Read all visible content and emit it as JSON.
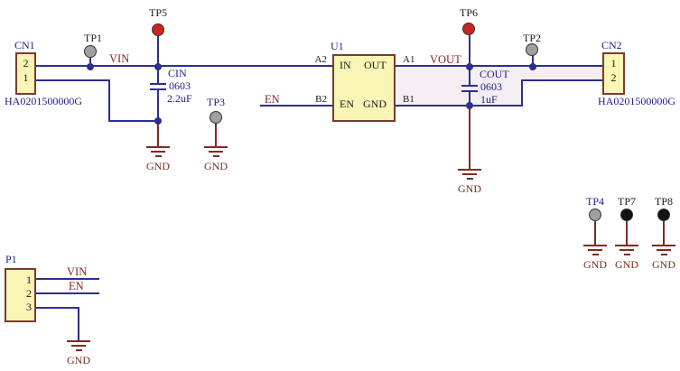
{
  "colors": {
    "wire": "#2e2e8f",
    "ground": "#7b2d21",
    "net_label": "#8b2222",
    "designator": "#1b1b8a",
    "pin_text": "#1a1a1a",
    "part_fill": "#f8f5b5",
    "part_border": "#7a3b2e",
    "tp_gray": "#a0a0a0",
    "tp_red": "#cc2420",
    "tp_black": "#111111",
    "highlight": "#f4eef2"
  },
  "parts": {
    "cn1": {
      "ref": "CN1",
      "part": "HA0201500000G",
      "pin_top": "2",
      "pin_bottom": "1"
    },
    "cn2": {
      "ref": "CN2",
      "part": "HA0201500000G",
      "pin_top": "1",
      "pin_bottom": "2"
    },
    "u1": {
      "ref": "U1",
      "pin_in": "IN",
      "pin_out": "OUT",
      "pin_en": "EN",
      "pin_gnd": "GND",
      "num_a2": "A2",
      "num_a1": "A1",
      "num_b2": "B2",
      "num_b1": "B1"
    },
    "p1": {
      "ref": "P1",
      "pin1": "1",
      "pin2": "2",
      "pin3": "3"
    },
    "cin": {
      "ref": "CIN",
      "footprint": "0603",
      "value": "2.2uF"
    },
    "cout": {
      "ref": "COUT",
      "footprint": "0603",
      "value": "1uF"
    }
  },
  "testpoints": {
    "tp1": {
      "label": "TP1",
      "style": "gray"
    },
    "tp2": {
      "label": "TP2",
      "style": "gray"
    },
    "tp3": {
      "label": "TP3",
      "style": "gray"
    },
    "tp4": {
      "label": "TP4",
      "style": "gray"
    },
    "tp5": {
      "label": "TP5",
      "style": "red"
    },
    "tp6": {
      "label": "TP6",
      "style": "red"
    },
    "tp7": {
      "label": "TP7",
      "style": "black"
    },
    "tp8": {
      "label": "TP8",
      "style": "black"
    }
  },
  "nets": {
    "vin": "VIN",
    "vout": "VOUT",
    "en": "EN",
    "p1_vin": "VIN",
    "p1_en": "EN",
    "gnd": "GND"
  }
}
